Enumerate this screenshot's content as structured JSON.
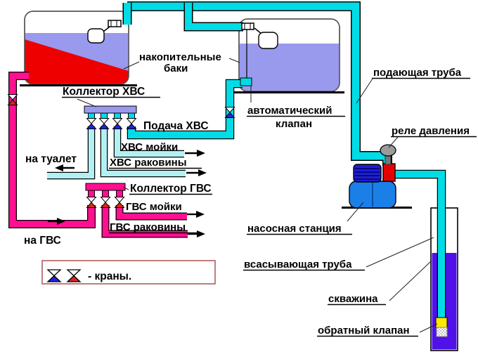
{
  "diagram": {
    "type": "plumbing-scheme",
    "labels": {
      "storage_tanks_1": "накопительные",
      "storage_tanks_2": "баки",
      "collector_cold": "Коллектор ХВС",
      "supply_cold": "Подача ХВС",
      "cold_sinks": "ХВС мойки",
      "cold_basins": "ХВС раковины",
      "to_toilet": "на туалет",
      "collector_hot": "Коллектор ГВС",
      "hot_sinks": "ГВС мойки",
      "hot_basins": "ГВС раковины",
      "to_hot": "на ГВС",
      "auto_valve_1": "автоматический",
      "auto_valve_2": "клапан",
      "supply_pipe": "подающая труба",
      "pressure_relay": "реле давления",
      "pump_station": "насосная станция",
      "suction_pipe": "всасывающая труба",
      "borehole": "скважина",
      "check_valve": "обратный клапан",
      "legend_taps": "- краны."
    },
    "legend": {
      "symbols": [
        "valve-blue",
        "valve-red"
      ],
      "text": "- краны."
    },
    "colors": {
      "cold_pipe": "#00dce6",
      "cold_pipe_light": "#b2f1f3",
      "hot_pipe": "#ff1090",
      "tank_water": "#9999ee",
      "hot_water_red": "#ee0000",
      "pump_motor_blue": "#1f1fd0",
      "pump_tank_blue": "#1b7fe8",
      "pump_block_red": "#e80000",
      "relay_grey": "#9a9a9a",
      "well_water": "#5010e8",
      "check_valve_yellow": "#ffe800",
      "legend_border": "#bf7d7d",
      "valve_blue": "#2222dd",
      "valve_red": "#dd2222"
    },
    "flow_arrows": [
      "to-toilet-left",
      "cold-sinks-right",
      "cold-basins-right",
      "hot-sinks-right",
      "hot-basins-right",
      "to-hot-right"
    ]
  }
}
